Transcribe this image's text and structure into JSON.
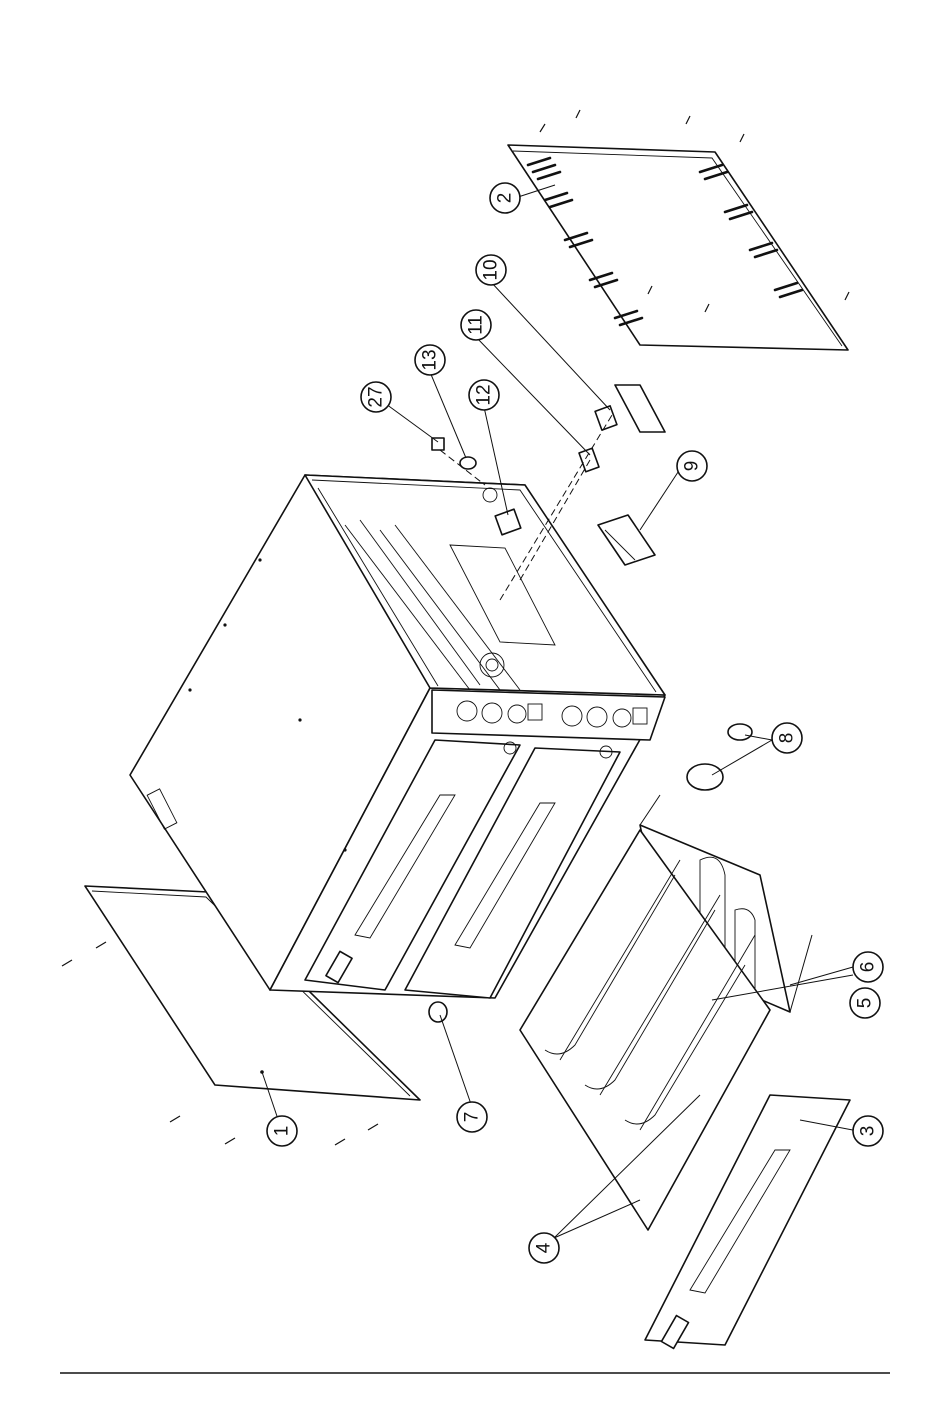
{
  "diagram": {
    "callouts": [
      {
        "id": "1",
        "label": "1"
      },
      {
        "id": "2",
        "label": "2"
      },
      {
        "id": "3",
        "label": "3"
      },
      {
        "id": "4",
        "label": "4"
      },
      {
        "id": "5",
        "label": "5"
      },
      {
        "id": "6",
        "label": "6"
      },
      {
        "id": "7",
        "label": "7"
      },
      {
        "id": "8",
        "label": "8"
      },
      {
        "id": "9",
        "label": "9"
      },
      {
        "id": "10",
        "label": "10"
      },
      {
        "id": "11",
        "label": "11"
      },
      {
        "id": "12",
        "label": "12"
      },
      {
        "id": "13",
        "label": "13"
      },
      {
        "id": "27",
        "label": "27"
      }
    ]
  },
  "colors": {
    "line": "#111111",
    "background": "#ffffff"
  }
}
